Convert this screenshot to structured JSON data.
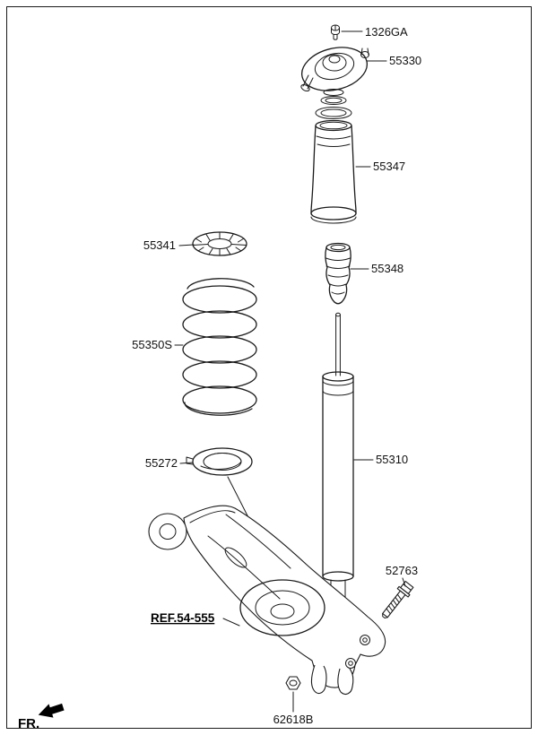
{
  "colors": {
    "line": "#1a1a1a",
    "background": "#ffffff"
  },
  "front_marker": "FR.",
  "reference": {
    "label": "REF.54-555"
  },
  "parts": {
    "top_bolt": {
      "label": "1326GA"
    },
    "strut_mount": {
      "label": "55330"
    },
    "dust_cover": {
      "label": "55347"
    },
    "spring_upper_pad": {
      "label": "55341"
    },
    "bump_stopper": {
      "label": "55348"
    },
    "coil_spring": {
      "label": "55350S"
    },
    "spring_lower_pad": {
      "label": "55272"
    },
    "shock_absorber": {
      "label": "55310"
    },
    "mount_bolt": {
      "label": "52763"
    },
    "lock_nut": {
      "label": "62618B"
    }
  }
}
